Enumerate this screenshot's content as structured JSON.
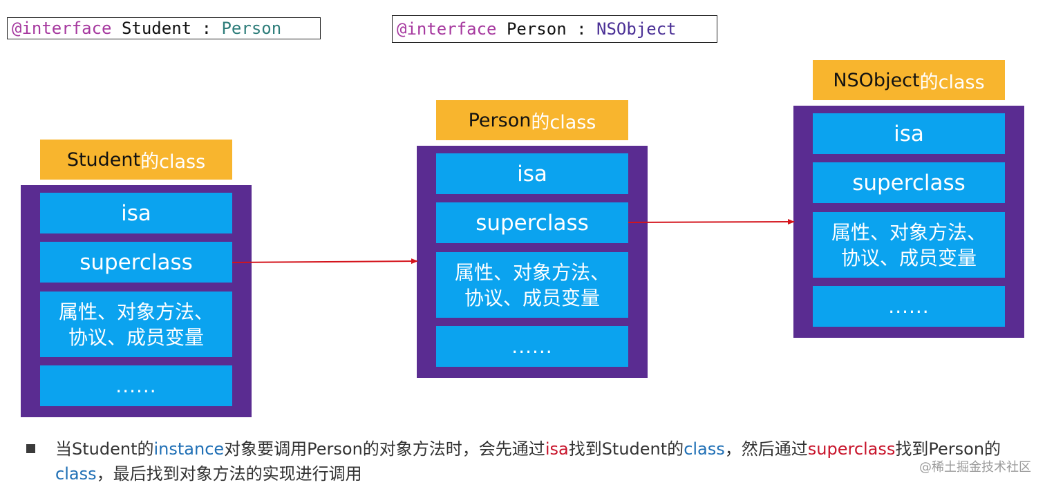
{
  "code_labels": [
    {
      "keyword": "@interface",
      "name": "Student",
      "colon": ":",
      "superclass": "Person"
    },
    {
      "keyword": "@interface",
      "name": "Person",
      "colon": ":",
      "superclass": "NSObject"
    }
  ],
  "classes": [
    {
      "prefix": "Student",
      "suffix": "的class",
      "cells": [
        "isa",
        "superclass",
        "属性、对象方法、",
        "协议、成员变量",
        "......"
      ]
    },
    {
      "prefix": "Person",
      "suffix": "的class",
      "cells": [
        "isa",
        "superclass",
        "属性、对象方法、",
        "协议、成员变量",
        "......"
      ]
    },
    {
      "prefix": "NSObject",
      "suffix": "的class",
      "cells": [
        "isa",
        "superclass",
        "属性、对象方法、",
        "协议、成员变量",
        "......"
      ]
    }
  ],
  "description": {
    "p1": "当Student的",
    "instance": "instance",
    "p2": "对象要调用Person的对象方法时，会先通过",
    "isa": "isa",
    "p3": "找到Student的",
    "class1": "class",
    "p4": "，然后通过",
    "superclass": "superclass",
    "p5": "找到Person的",
    "class2": "class",
    "p6": "，最后找到对象方法的实现进行调用"
  },
  "watermark": "@稀土掘金技术社区",
  "colors": {
    "header": "#f8b52e",
    "body": "#5a2c91",
    "cell": "#0ba3ef",
    "arrow": "#d4141c",
    "keyword": "#a6399f"
  }
}
